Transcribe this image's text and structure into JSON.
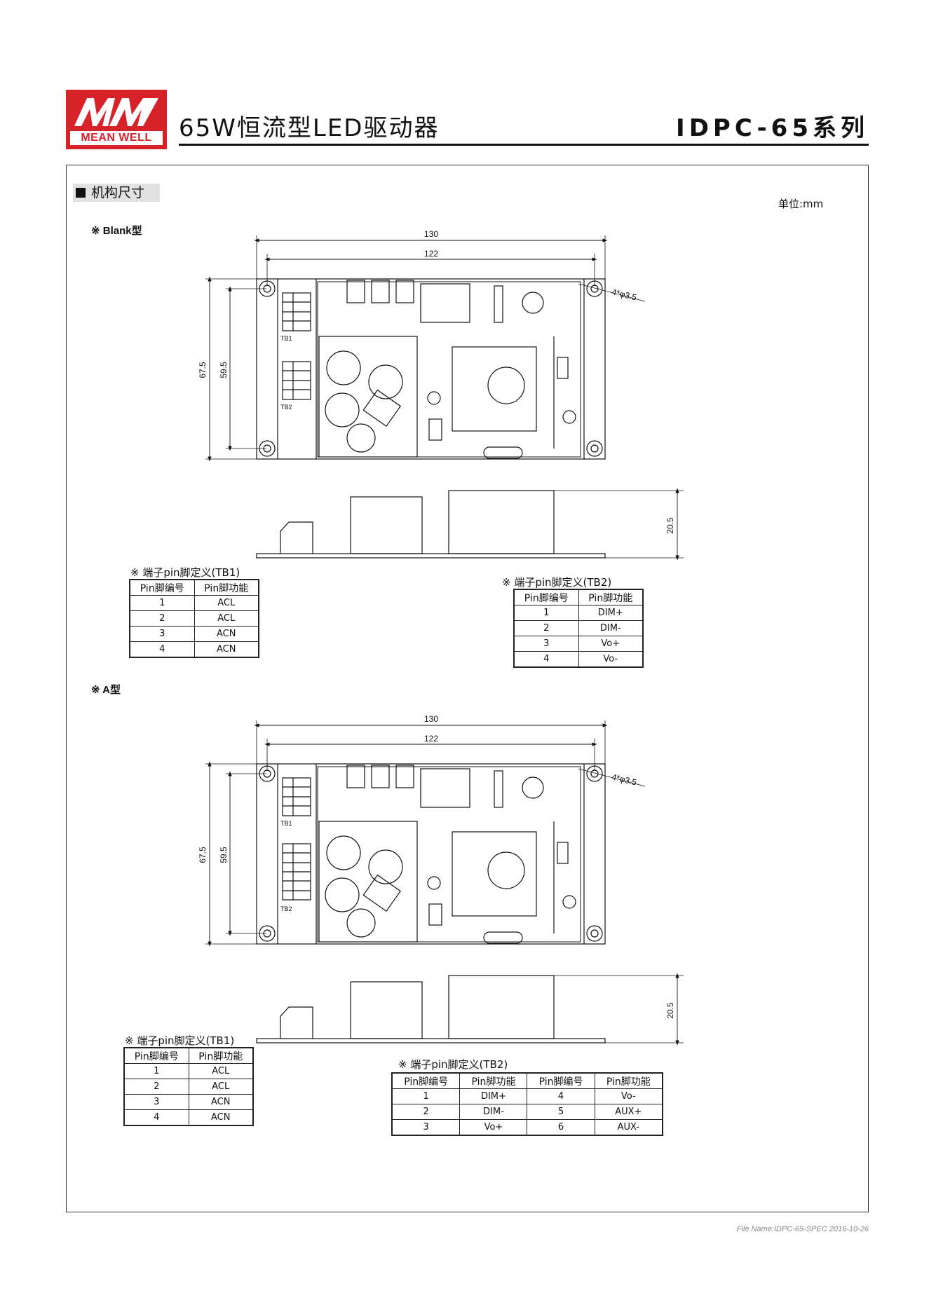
{
  "header": {
    "logo_text": "MEAN WELL",
    "title": "65W恒流型LED驱动器",
    "series": "IDPC-65系列"
  },
  "section": {
    "title": "机构尺寸",
    "unit": "单位:mm"
  },
  "blank_type": {
    "label": "※ Blank型",
    "dims": {
      "outer_w": "130",
      "inner_w": "122",
      "outer_h": "67.5",
      "inner_h": "59.5",
      "hole": "4*φ3.5",
      "height": "20.5",
      "tb1": "TB1",
      "tb2": "TB2"
    },
    "tb1": {
      "caption": "※ 端子pin脚定义(TB1)",
      "headers": [
        "Pin脚编号",
        "Pin脚功能"
      ],
      "rows": [
        [
          "1",
          "ACL"
        ],
        [
          "2",
          "ACL"
        ],
        [
          "3",
          "ACN"
        ],
        [
          "4",
          "ACN"
        ]
      ]
    },
    "tb2": {
      "caption": "※ 端子pin脚定义(TB2)",
      "headers": [
        "Pin脚编号",
        "Pin脚功能"
      ],
      "rows": [
        [
          "1",
          "DIM+"
        ],
        [
          "2",
          "DIM-"
        ],
        [
          "3",
          "Vo+"
        ],
        [
          "4",
          "Vo-"
        ]
      ]
    }
  },
  "a_type": {
    "label": "※ A型",
    "dims": {
      "outer_w": "130",
      "inner_w": "122",
      "outer_h": "67.5",
      "inner_h": "59.5",
      "hole": "4*φ3.5",
      "height": "20.5",
      "tb1": "TB1",
      "tb2": "TB2"
    },
    "tb1": {
      "caption": "※ 端子pin脚定义(TB1)",
      "headers": [
        "Pin脚编号",
        "Pin脚功能"
      ],
      "rows": [
        [
          "1",
          "ACL"
        ],
        [
          "2",
          "ACL"
        ],
        [
          "3",
          "ACN"
        ],
        [
          "4",
          "ACN"
        ]
      ]
    },
    "tb2": {
      "caption": "※ 端子pin脚定义(TB2)",
      "headers": [
        "Pin脚编号",
        "Pin脚功能",
        "Pin脚编号",
        "Pin脚功能"
      ],
      "rows": [
        [
          "1",
          "DIM+",
          "4",
          "Vo-"
        ],
        [
          "2",
          "DIM-",
          "5",
          "AUX+"
        ],
        [
          "3",
          "Vo+",
          "6",
          "AUX-"
        ]
      ]
    }
  },
  "footer": {
    "text": "File Name:IDPC-65-SPEC   2016-10-26"
  }
}
